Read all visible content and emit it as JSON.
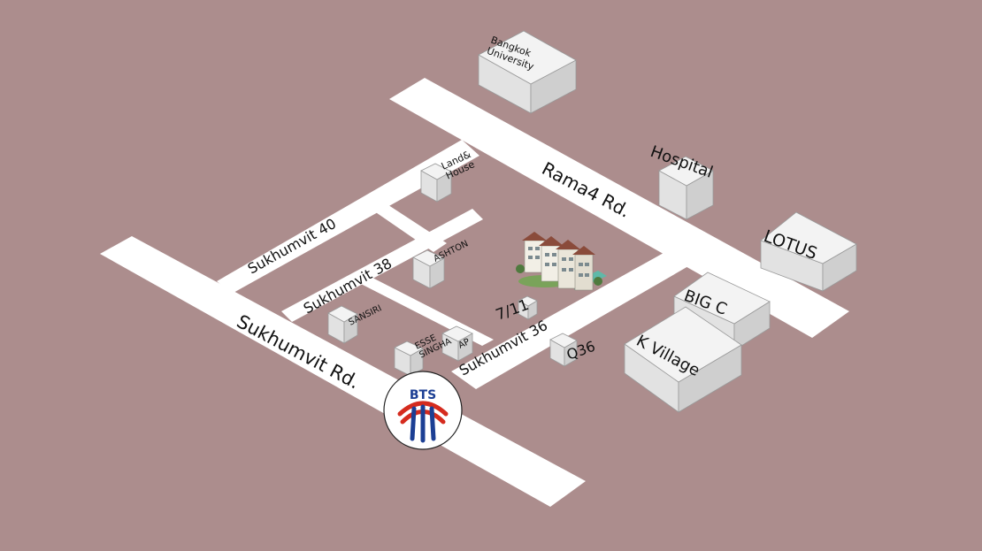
{
  "colors": {
    "background": "#ac8d8d",
    "road": "#ffffff",
    "bts_red": "#d52b1e",
    "bts_blue": "#1c3f94"
  },
  "roads": {
    "sukhumvit": "Sukhumvit Rd.",
    "rama4": "Rama4 Rd.",
    "soi40": "Sukhumvit 40",
    "soi38": "Sukhumvit 38",
    "soi36": "Sukhumvit 36"
  },
  "landmarks": {
    "bangkok_university": [
      "Bangkok",
      "University"
    ],
    "hospital": "Hospital",
    "lotus": "LOTUS",
    "big_c": "BIG C",
    "k_village": "K Village",
    "land_house": [
      "Land&",
      "House"
    ],
    "ashton": "ASHTON",
    "sansiri": "SANSIRI",
    "esse_singha": [
      "ESSE",
      "SINGHA"
    ],
    "ap": "AP",
    "seven_eleven": "7/11",
    "q36": "Q36"
  },
  "bts_logo": {
    "text": "BTS",
    "icon": "bts-station-icon"
  },
  "project_icon": "condominium-building-icon"
}
